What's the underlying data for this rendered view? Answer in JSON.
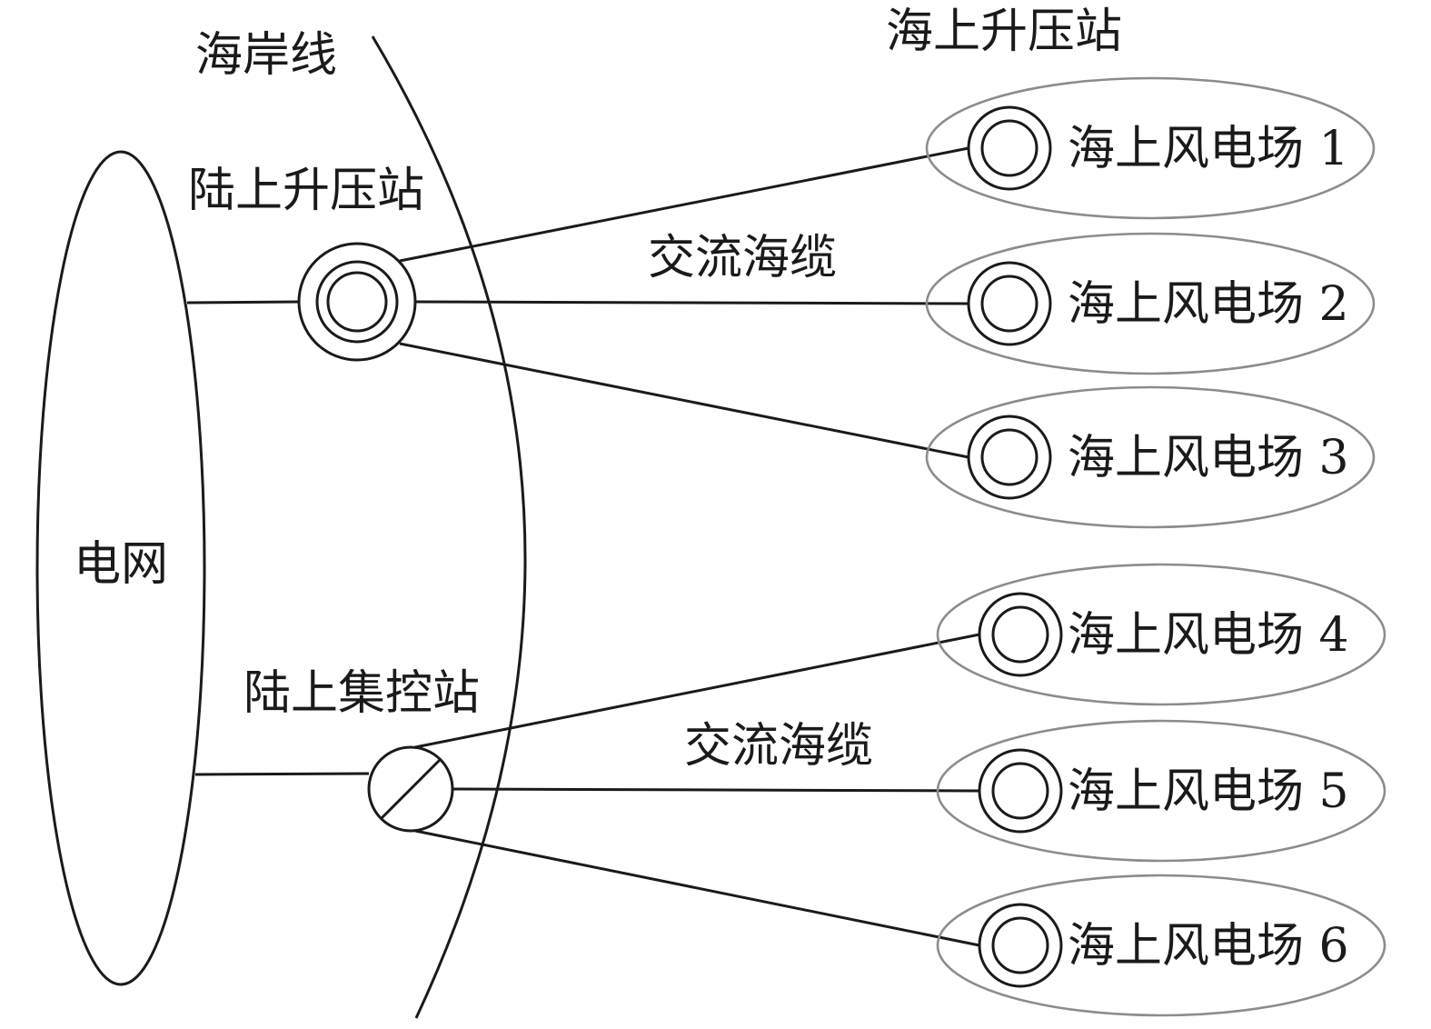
{
  "labels": {
    "coastline": "海岸线",
    "grid": "电网",
    "onshore_substation": "陆上升压站",
    "offshore_substation": "海上升压站",
    "control_station": "陆上集控站",
    "ac_cable_upper": "交流海缆",
    "ac_cable_lower": "交流海缆"
  },
  "wind_farms": [
    "海上风电场 1",
    "海上风电场 2",
    "海上风电场 3",
    "海上风电场 4",
    "海上风电场 5",
    "海上风电场 6"
  ],
  "colors": {
    "stroke": "#1a1a1a",
    "farm_ellipse": "#8c8c8c",
    "background": "#ffffff"
  }
}
